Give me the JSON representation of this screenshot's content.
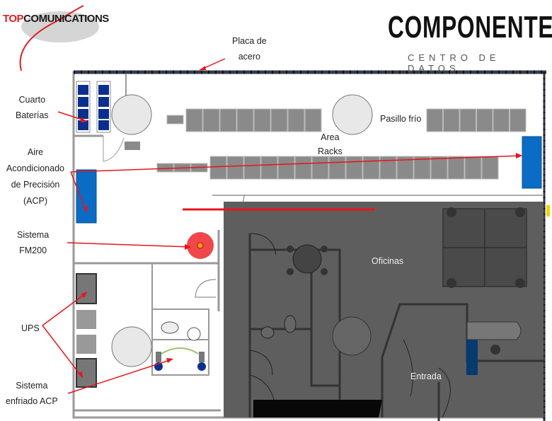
{
  "logo": {
    "brand_top": "TOP",
    "brand_rest": "COMUNICATIONS"
  },
  "header": {
    "title": "COMPONENTES",
    "subtitle": "CENTRO DE DATOS"
  },
  "labels": {
    "steel_plate": [
      "Placa de",
      "acero"
    ],
    "battery_room": [
      "Cuarto",
      "Baterías"
    ],
    "acp": [
      "Aire",
      "Acondicionado",
      "de Precisión",
      "(ACP)"
    ],
    "fm200": [
      "Sistema",
      "FM200"
    ],
    "ups": "UPS",
    "acp_cooling": [
      "Sistema",
      "enfriado ACP"
    ],
    "cold_aisle": "Pasillo frío",
    "rack_area": [
      "Area",
      "Racks"
    ],
    "offices": "Oficinas",
    "entrance": "Entrada"
  },
  "colors": {
    "accent_red": "#e8141a",
    "equipment_blue": "#0a6cc4",
    "battery_blue": "#0b2f8f",
    "office_gray": "#5e5e5e",
    "rack_gray": "#8a8a8a",
    "fm200_red": "#f0474a"
  }
}
